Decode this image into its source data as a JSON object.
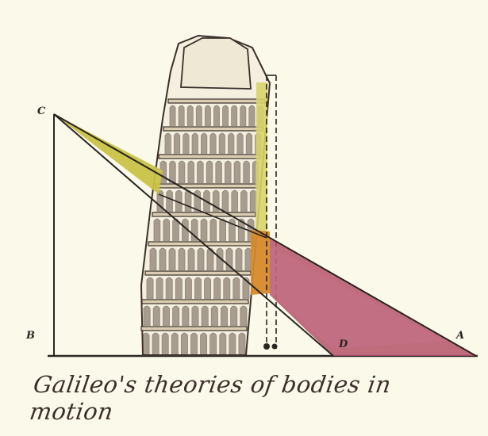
{
  "labels": {
    "c": "C",
    "b": "B",
    "d": "D",
    "a": "A"
  },
  "caption": "Galileo's theories of bodies in motion",
  "colors": {
    "paper": "#fbf9ea",
    "ink": "#2a2522",
    "tower_stone": "#f4efdf",
    "yellow_wedge": "#c9c247",
    "yellow_strip": "#d9d36a",
    "orange_strip": "#d6892c",
    "magenta_wedge": "#b4536a",
    "magenta_light": "#c5718a"
  }
}
